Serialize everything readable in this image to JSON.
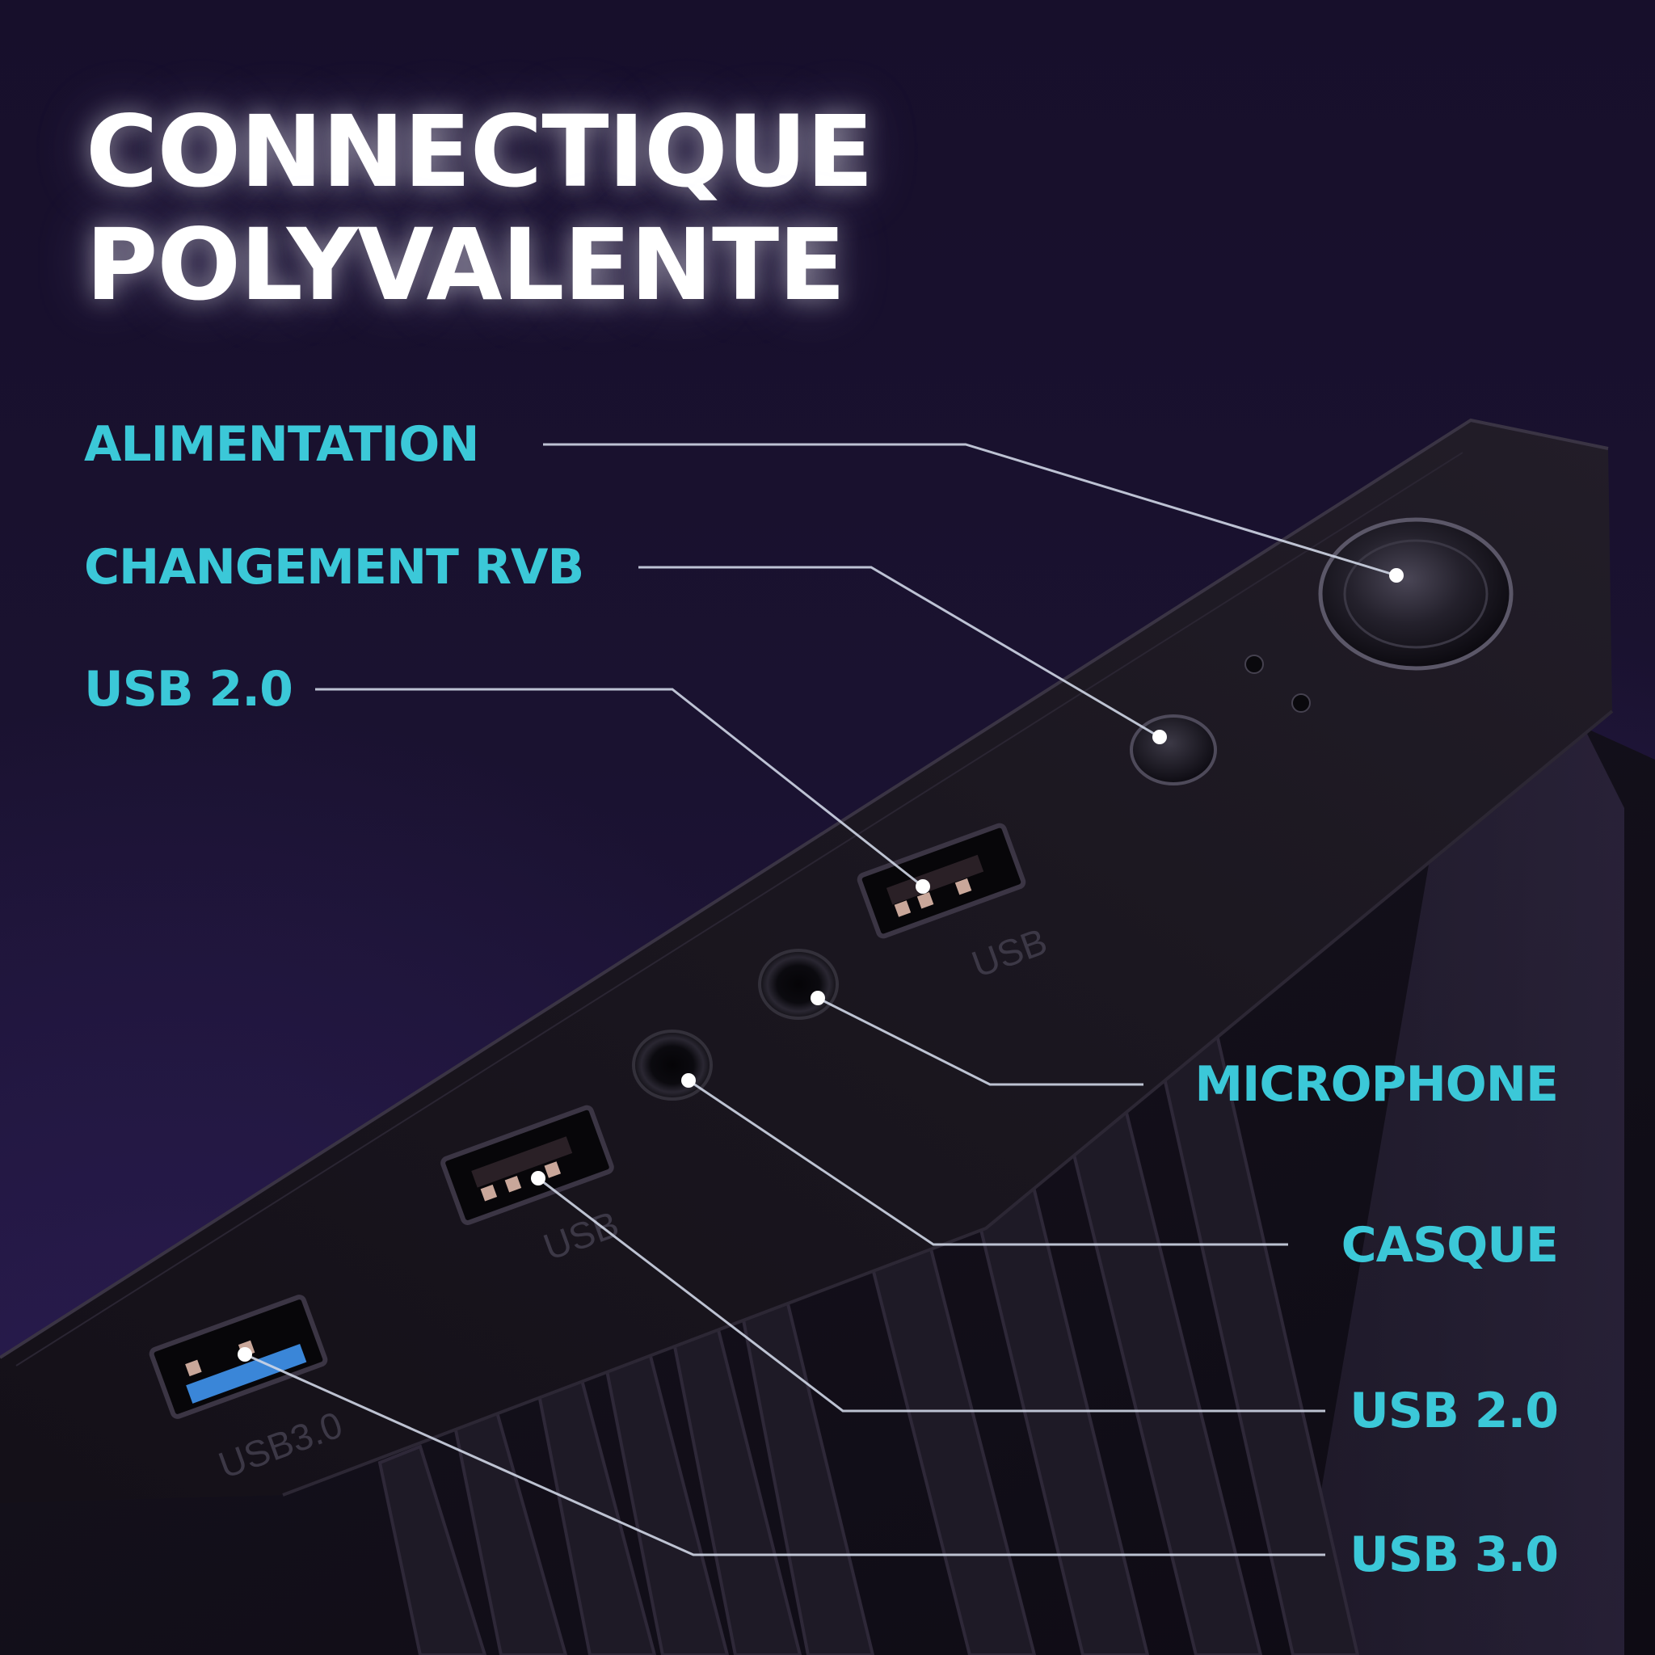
{
  "title": {
    "line1": "CONNECTIQUE",
    "line2": "POLYVALENTE"
  },
  "callouts": {
    "power": "ALIMENTATION",
    "rgb": "CHANGEMENT RVB",
    "usb2_top": "USB 2.0",
    "microphone": "MICROPHONE",
    "headphones": "CASQUE",
    "usb2_bottom": "USB 2.0",
    "usb3": "USB 3.0"
  },
  "port_engravings": {
    "usb_top": "USB",
    "usb_middle": "USB",
    "usb3": "USB3.0"
  },
  "icons": [
    "power-button-icon",
    "rgb-button-icon",
    "led-indicator-icon",
    "mic-jack-icon",
    "headphone-jack-icon",
    "usb-port-icon"
  ],
  "colors": {
    "label": "#3bc8d8",
    "title": "#ffffff",
    "leader_line": "#cfd6e6",
    "usb3_tongue": "#3a86d8",
    "background": "#1a1230"
  }
}
